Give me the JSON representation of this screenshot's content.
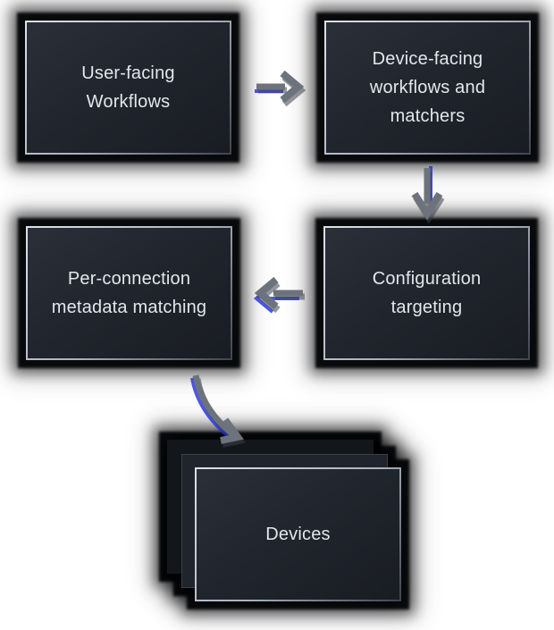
{
  "theme": {
    "page_bg": "#ffffff",
    "node_fill_top": "#2b2f38",
    "node_fill_bottom": "#191c23",
    "node_border_light": "#dde1e8",
    "node_border_dark": "#3f444e",
    "node_text_color": "#e3e6ed",
    "box_glow_color": "#030406",
    "arrow_color": "#6d737c",
    "arrow_echo_blue": "#1f2de0",
    "stack_back_fill": "#13161b",
    "stack_middle_fill": "#20242c"
  },
  "diagram": {
    "nodes": [
      {
        "id": "user-facing-workflows",
        "label": "User-facing\nWorkflows"
      },
      {
        "id": "device-facing-workflows-and-matchers",
        "label": "Device-facing\nworkflows and\nmatchers"
      },
      {
        "id": "configuration-targeting",
        "label": "Configuration\ntargeting"
      },
      {
        "id": "per-connection-metadata-matching",
        "label": "Per-connection\nmetadata matching"
      },
      {
        "id": "devices",
        "label": "Devices",
        "stacked_layers": 3
      }
    ],
    "edges": [
      {
        "from": "user-facing-workflows",
        "to": "device-facing-workflows-and-matchers",
        "direction": "right"
      },
      {
        "from": "device-facing-workflows-and-matchers",
        "to": "configuration-targeting",
        "direction": "down"
      },
      {
        "from": "configuration-targeting",
        "to": "per-connection-metadata-matching",
        "direction": "left"
      },
      {
        "from": "per-connection-metadata-matching",
        "to": "devices",
        "direction": "down-right"
      }
    ]
  }
}
